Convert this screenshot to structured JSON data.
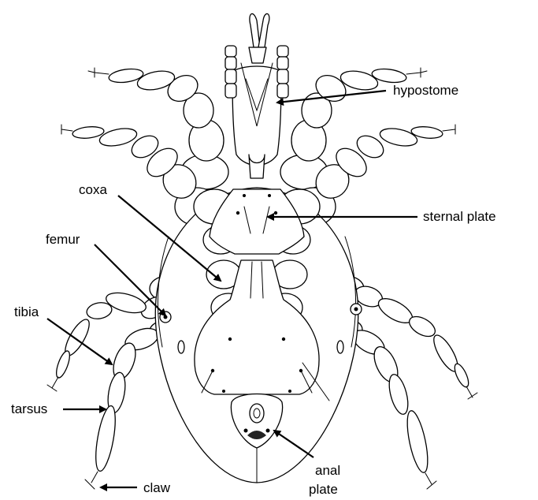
{
  "labels": {
    "hypostome": "hypostome",
    "coxa": "coxa",
    "sternal_plate": "sternal plate",
    "femur": "femur",
    "tibia": "tibia",
    "tarsus": "tarsus",
    "claw": "claw",
    "anal_plate_line1": "anal",
    "anal_plate_line2": "plate"
  }
}
